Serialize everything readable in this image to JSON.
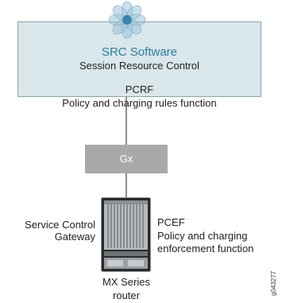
{
  "src_box": {
    "title": "SRC Software",
    "subtitle": "Session Resource Control",
    "pcrf_label": "PCRF",
    "pcrf_desc": "Policy and charging rules function"
  },
  "gx_box": {
    "label": "Gx"
  },
  "gateway": {
    "line1": "Service Control",
    "line2": "Gateway"
  },
  "pcef": {
    "label": "PCEF",
    "desc_line1": "Policy and charging",
    "desc_line2": "enforcement function"
  },
  "router": {
    "line1": "MX Series",
    "line2": "router"
  },
  "figure_id": "g043277",
  "colors": {
    "src_box_fill": "#d9e6ea",
    "src_title": "#2f7ea0",
    "gx_fill": "#a9a9a9",
    "connector": "#8e8e8e"
  },
  "icons": {
    "logo": "src-flower-logo-icon",
    "router": "mx-series-router-icon"
  }
}
